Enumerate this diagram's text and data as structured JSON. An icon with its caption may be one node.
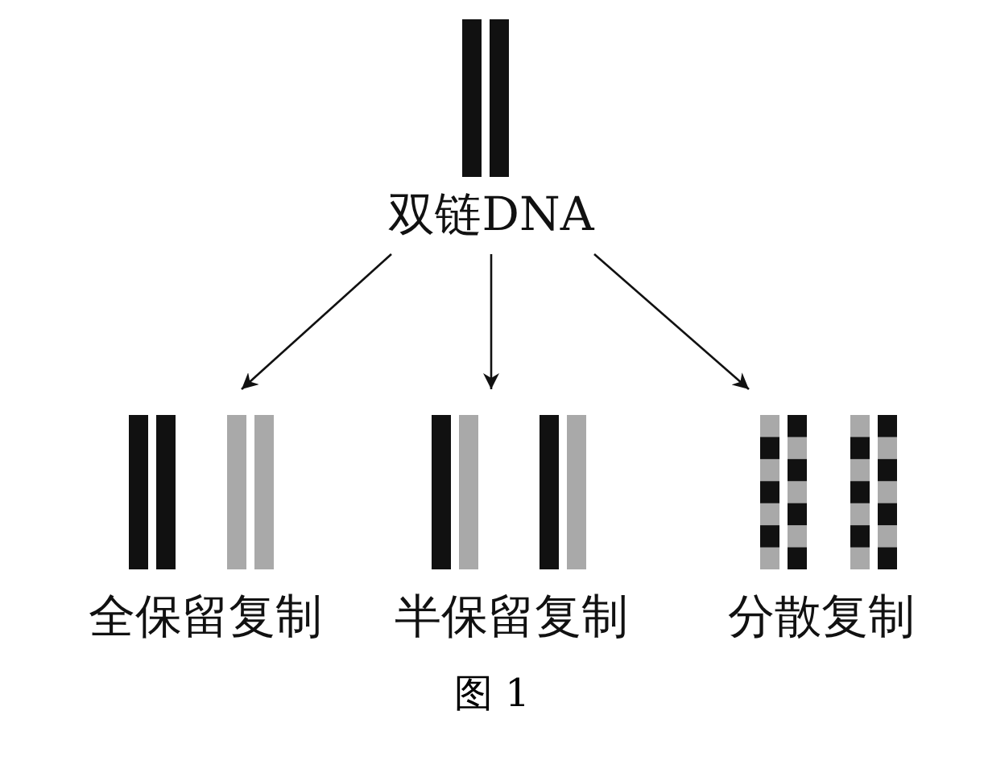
{
  "diagram": {
    "caption": "图 1",
    "nodes": [
      {
        "text": [
          "双链DNA"
        ]
      },
      {
        "text": [
          "全保留复制"
        ]
      },
      {
        "text": [
          "半保留复制"
        ]
      },
      {
        "text": [
          "分散复制"
        ]
      }
    ],
    "edges": [
      {
        "from": 0,
        "to": 1,
        "arrow": "to"
      },
      {
        "from": 0,
        "to": 2,
        "arrow": "to"
      },
      {
        "from": 0,
        "to": 3,
        "arrow": "to"
      }
    ]
  }
}
